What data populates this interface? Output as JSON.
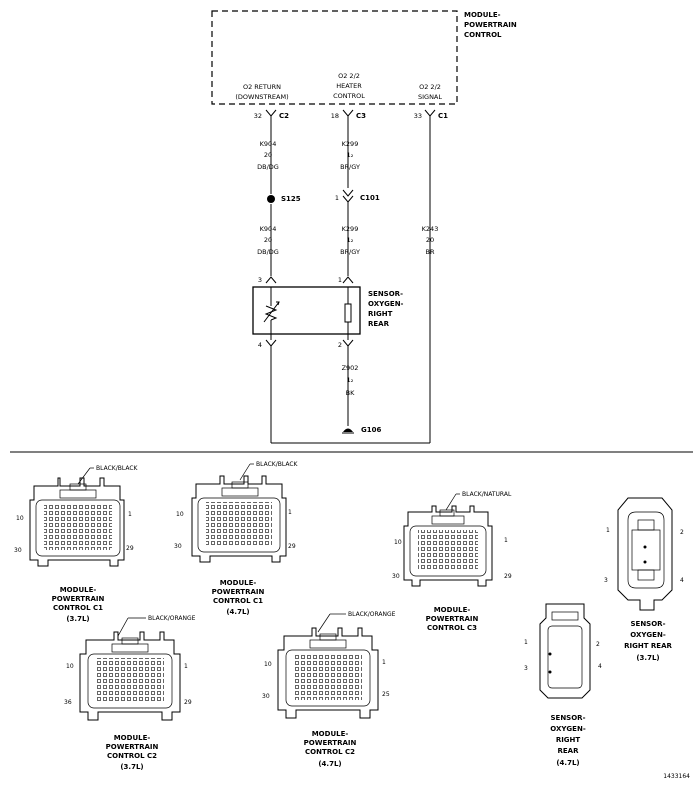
{
  "module": {
    "line1": "MODULE-",
    "line2": "POWERTRAIN",
    "line3": "CONTROL"
  },
  "pins": {
    "p1": {
      "l1": "O2 RETURN",
      "l2": "(DOWNSTREAM)",
      "num": "32",
      "conn": "C2"
    },
    "p2": {
      "l1": "O2 2/2",
      "l2": "HEATER",
      "l3": "CONTROL",
      "num": "18",
      "conn": "C3"
    },
    "p3": {
      "l1": "O2 2/2",
      "l2": "SIGNAL",
      "num": "33",
      "conn": "C1"
    }
  },
  "wires": {
    "k904a": {
      "code": "K904",
      "gauge": "20",
      "color": "DB/DG"
    },
    "k904b": {
      "code": "K904",
      "gauge": "20",
      "color": "DB/DG"
    },
    "k299a": {
      "code": "K299",
      "gauge": "1₂",
      "color": "BR/GY"
    },
    "k299b": {
      "code": "K299",
      "gauge": "1₂",
      "color": "BR/GY"
    },
    "k243": {
      "code": "K243",
      "gauge": "20",
      "color": "BR"
    },
    "z902": {
      "code": "Z902",
      "gauge": "1₂",
      "color": "BK"
    }
  },
  "splice": "S125",
  "inline_conn": {
    "name": "C101",
    "num": "1"
  },
  "ground": "G106",
  "sensor": {
    "l1": "SENSOR-",
    "l2": "OXYGEN-",
    "l3": "RIGHT",
    "l4": "REAR",
    "pin_top_left": "3",
    "pin_top_right": "1",
    "pin_bot_left": "4",
    "pin_bot_right": "2"
  },
  "connectors": {
    "c1_37": {
      "color": "BLACK/BLACK",
      "pin_tl": "10",
      "pin_bl": "30",
      "pin_tr": "1",
      "pin_br": "29",
      "l1": "MODULE-",
      "l2": "POWERTRAIN",
      "l3": "CONTROL C1",
      "l4": "(3.7L)"
    },
    "c1_47": {
      "color": "BLACK/BLACK",
      "pin_tl": "10",
      "pin_bl": "30",
      "pin_tr": "1",
      "pin_br": "29",
      "l1": "MODULE-",
      "l2": "POWERTRAIN",
      "l3": "CONTROL C1",
      "l4": "(4.7L)"
    },
    "c3": {
      "color": "BLACK/NATURAL",
      "pin_tl": "10",
      "pin_bl": "30",
      "pin_tr": "1",
      "pin_br": "29",
      "l1": "MODULE-",
      "l2": "POWERTRAIN",
      "l3": "CONTROL C3"
    },
    "c2_37": {
      "color": "BLACK/ORANGE",
      "pin_tl": "10",
      "pin_bl": "36",
      "pin_tr": "1",
      "pin_br": "29",
      "l1": "MODULE-",
      "l2": "POWERTRAIN",
      "l3": "CONTROL C2",
      "l4": "(3.7L)"
    },
    "c2_47": {
      "color": "BLACK/ORANGE",
      "pin_tl": "10",
      "pin_bl": "30",
      "pin_tr": "1",
      "pin_br": "25",
      "l1": "MODULE-",
      "l2": "POWERTRAIN",
      "l3": "CONTROL C2",
      "l4": "(4.7L)"
    },
    "o2_37": {
      "pin1": "1",
      "pin2": "2",
      "pin3": "3",
      "pin4": "4",
      "l1": "SENSOR-",
      "l2": "OXYGEN-",
      "l3": "RIGHT REAR",
      "l4": "(3.7L)"
    },
    "o2_47": {
      "pin1": "1",
      "pin2": "2",
      "pin3": "3",
      "pin4": "4",
      "l1": "SENSOR-",
      "l2": "OXYGEN-",
      "l3": "RIGHT",
      "l4": "REAR",
      "l5": "(4.7L)"
    }
  },
  "footer_code": "1433164"
}
